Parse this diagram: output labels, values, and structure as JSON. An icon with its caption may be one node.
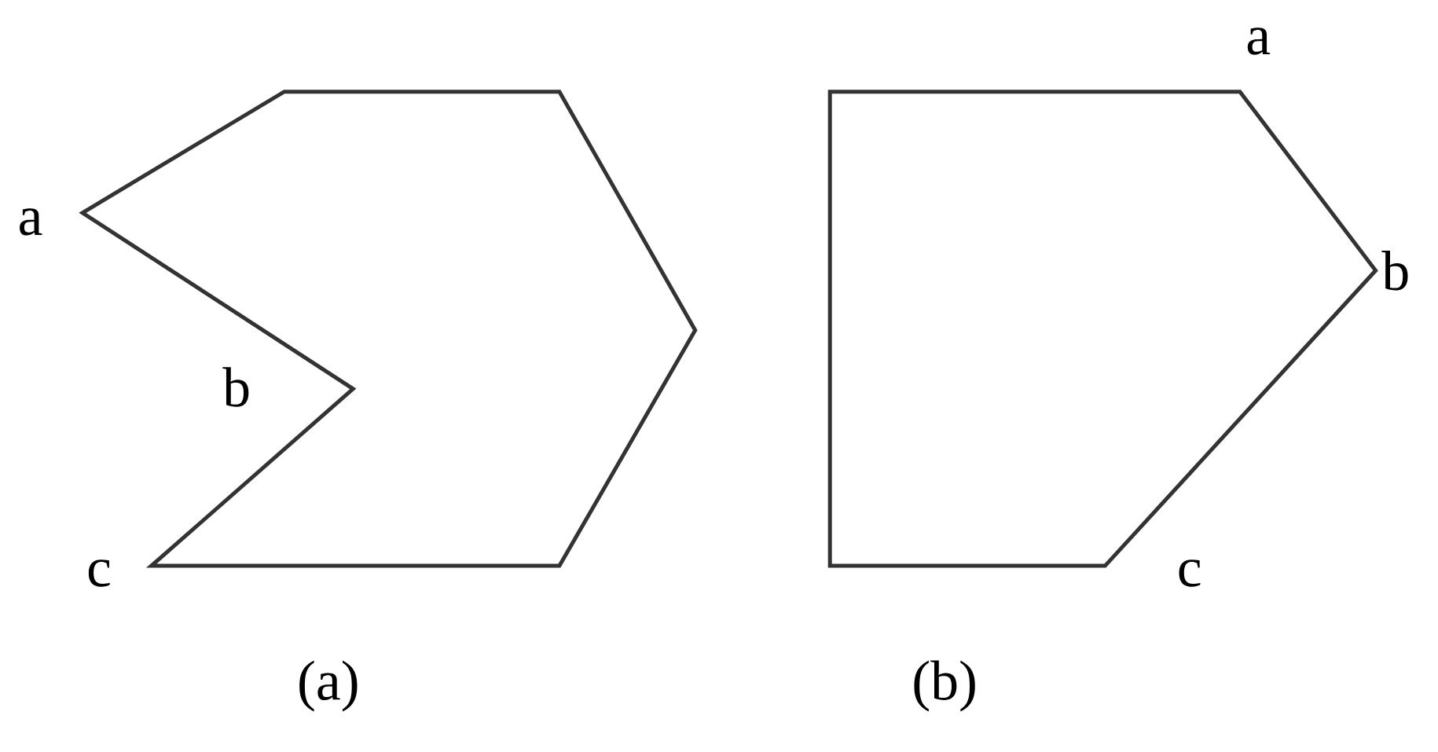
{
  "diagram": {
    "labels": [
      "a",
      "b",
      "c",
      "(a)",
      "a",
      "b",
      "c",
      "(b)"
    ]
  }
}
